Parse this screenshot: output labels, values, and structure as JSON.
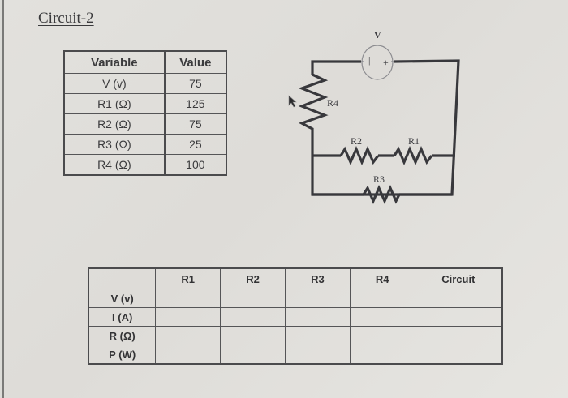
{
  "title": "Circuit-2",
  "given_table": {
    "headers": [
      "Variable",
      "Value"
    ],
    "rows": [
      {
        "variable": "V (v)",
        "value": "75"
      },
      {
        "variable": "R1 (Ω)",
        "value": "125"
      },
      {
        "variable": "R2 (Ω)",
        "value": "75"
      },
      {
        "variable": "R3 (Ω)",
        "value": "25"
      },
      {
        "variable": "R4 (Ω)",
        "value": "100"
      }
    ]
  },
  "circuit": {
    "source_label": "V",
    "source_minus": "|",
    "source_plus": "+",
    "resistors": {
      "r4": "R4",
      "r2": "R2",
      "r1": "R1",
      "r3": "R3"
    },
    "wire_color": "#38383c"
  },
  "results_table": {
    "headers": [
      "",
      "R1",
      "R2",
      "R3",
      "R4",
      "Circuit"
    ],
    "rows": [
      {
        "label": "V (v)",
        "cells": [
          "",
          "",
          "",
          "",
          ""
        ]
      },
      {
        "label": "I (A)",
        "cells": [
          "",
          "",
          "",
          "",
          ""
        ]
      },
      {
        "label": "R (Ω)",
        "cells": [
          "",
          "",
          "",
          "",
          ""
        ]
      },
      {
        "label": "P (W)",
        "cells": [
          "",
          "",
          "",
          "",
          ""
        ]
      }
    ]
  }
}
